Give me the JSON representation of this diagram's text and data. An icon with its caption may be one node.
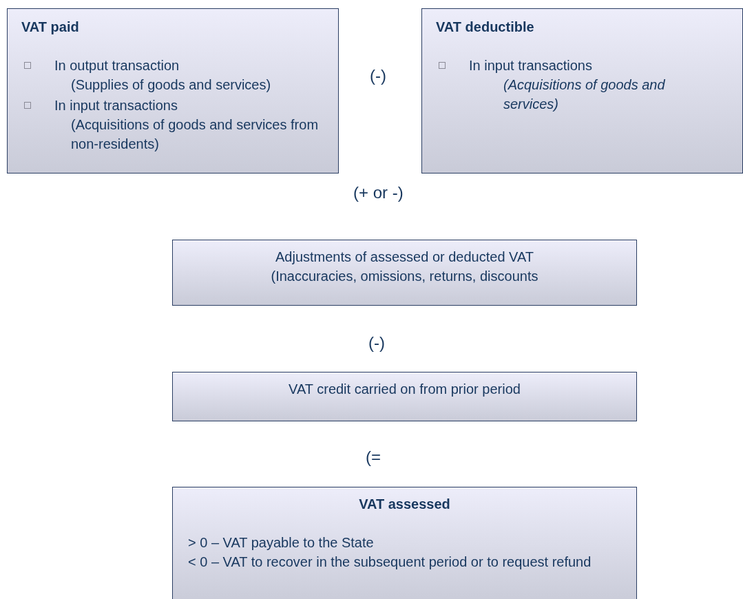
{
  "diagram": {
    "nodes": [
      {
        "text": [
          "VAT paid",
          "In output transaction",
          "(Supplies of goods and services)",
          "In input transactions",
          "(Acquisitions of goods and services from non-residents)"
        ]
      },
      {
        "text": [
          "VAT deductible",
          "In input transactions",
          "(Acquisitions of goods and services)"
        ]
      },
      {
        "text": [
          "Adjustments of assessed or deducted VAT",
          "(Inaccuracies, omissions, returns, discounts"
        ]
      },
      {
        "text": [
          "VAT credit carried on from prior period"
        ]
      },
      {
        "text": [
          "VAT assessed",
          "> 0 – VAT payable to the State",
          "< 0 – VAT to recover in the subsequent period or to request refund"
        ]
      }
    ],
    "labels": [
      "(-)",
      "(+ or -)",
      "(-)",
      "(="
    ]
  }
}
